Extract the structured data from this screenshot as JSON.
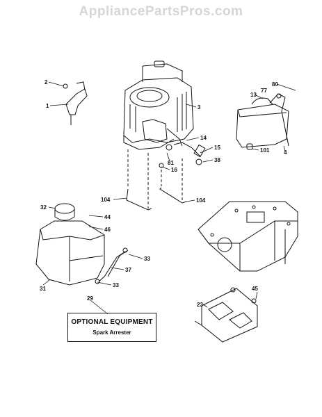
{
  "watermark": "AppliancePartsPros.com",
  "callouts": [
    "2",
    "1",
    "3",
    "80",
    "13",
    "77",
    "4",
    "101",
    "14",
    "15",
    "81",
    "16",
    "38",
    "104",
    "104",
    "32",
    "44",
    "46",
    "33",
    "37",
    "33",
    "31",
    "45",
    "23",
    "29"
  ],
  "optional_box": {
    "heading": "OPTIONAL EQUIPMENT",
    "item": "Spark Arrester"
  }
}
